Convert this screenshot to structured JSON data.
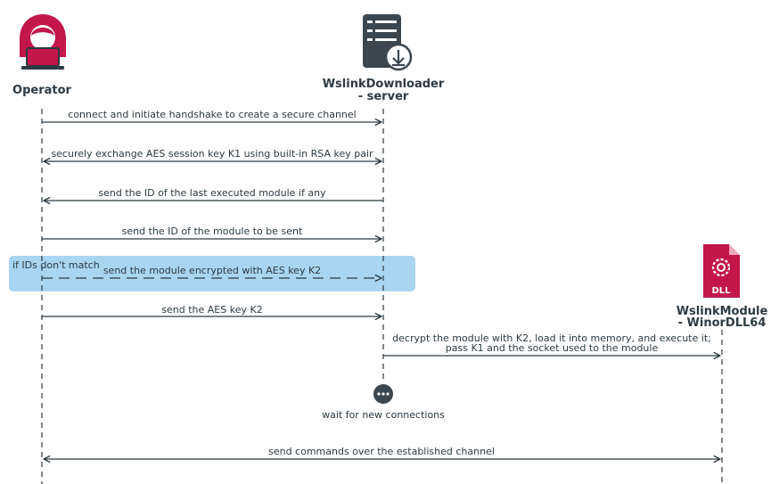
{
  "colors": {
    "ink": "#2d3a42",
    "accent": "#c3164b",
    "highlight": "#a8d6f0",
    "server": "#3c464e"
  },
  "actors": {
    "operator": {
      "name": "Operator",
      "icon": "hooded-hacker-icon"
    },
    "downloader": {
      "name_line1": "WslinkDownloader",
      "name_line2": "- server",
      "icon": "server-download-icon"
    },
    "module": {
      "name_line1": "WslinkModule",
      "name_line2": "- WinorDLL64",
      "icon": "dll-file-icon",
      "icon_text": "DLL"
    }
  },
  "messages": [
    {
      "text": "connect and initiate handshake to create a secure channel"
    },
    {
      "text": "securely exchange AES session key K1 using built-in RSA key pair"
    },
    {
      "text": "send the ID of the last executed module if any"
    },
    {
      "text": "send the ID of the module to be sent"
    },
    {
      "text": "send the module encrypted with AES key K2",
      "condition": "if IDs don't match"
    },
    {
      "text": "send the AES key K2"
    },
    {
      "text_line1": "decrypt the module with K2, load it into memory, and execute it;",
      "text_line2": "pass K1 and the socket used to the module"
    },
    {
      "text": "send commands over the established channel"
    }
  ],
  "wait": {
    "text": "wait for new connections",
    "icon": "more-dots-icon"
  }
}
